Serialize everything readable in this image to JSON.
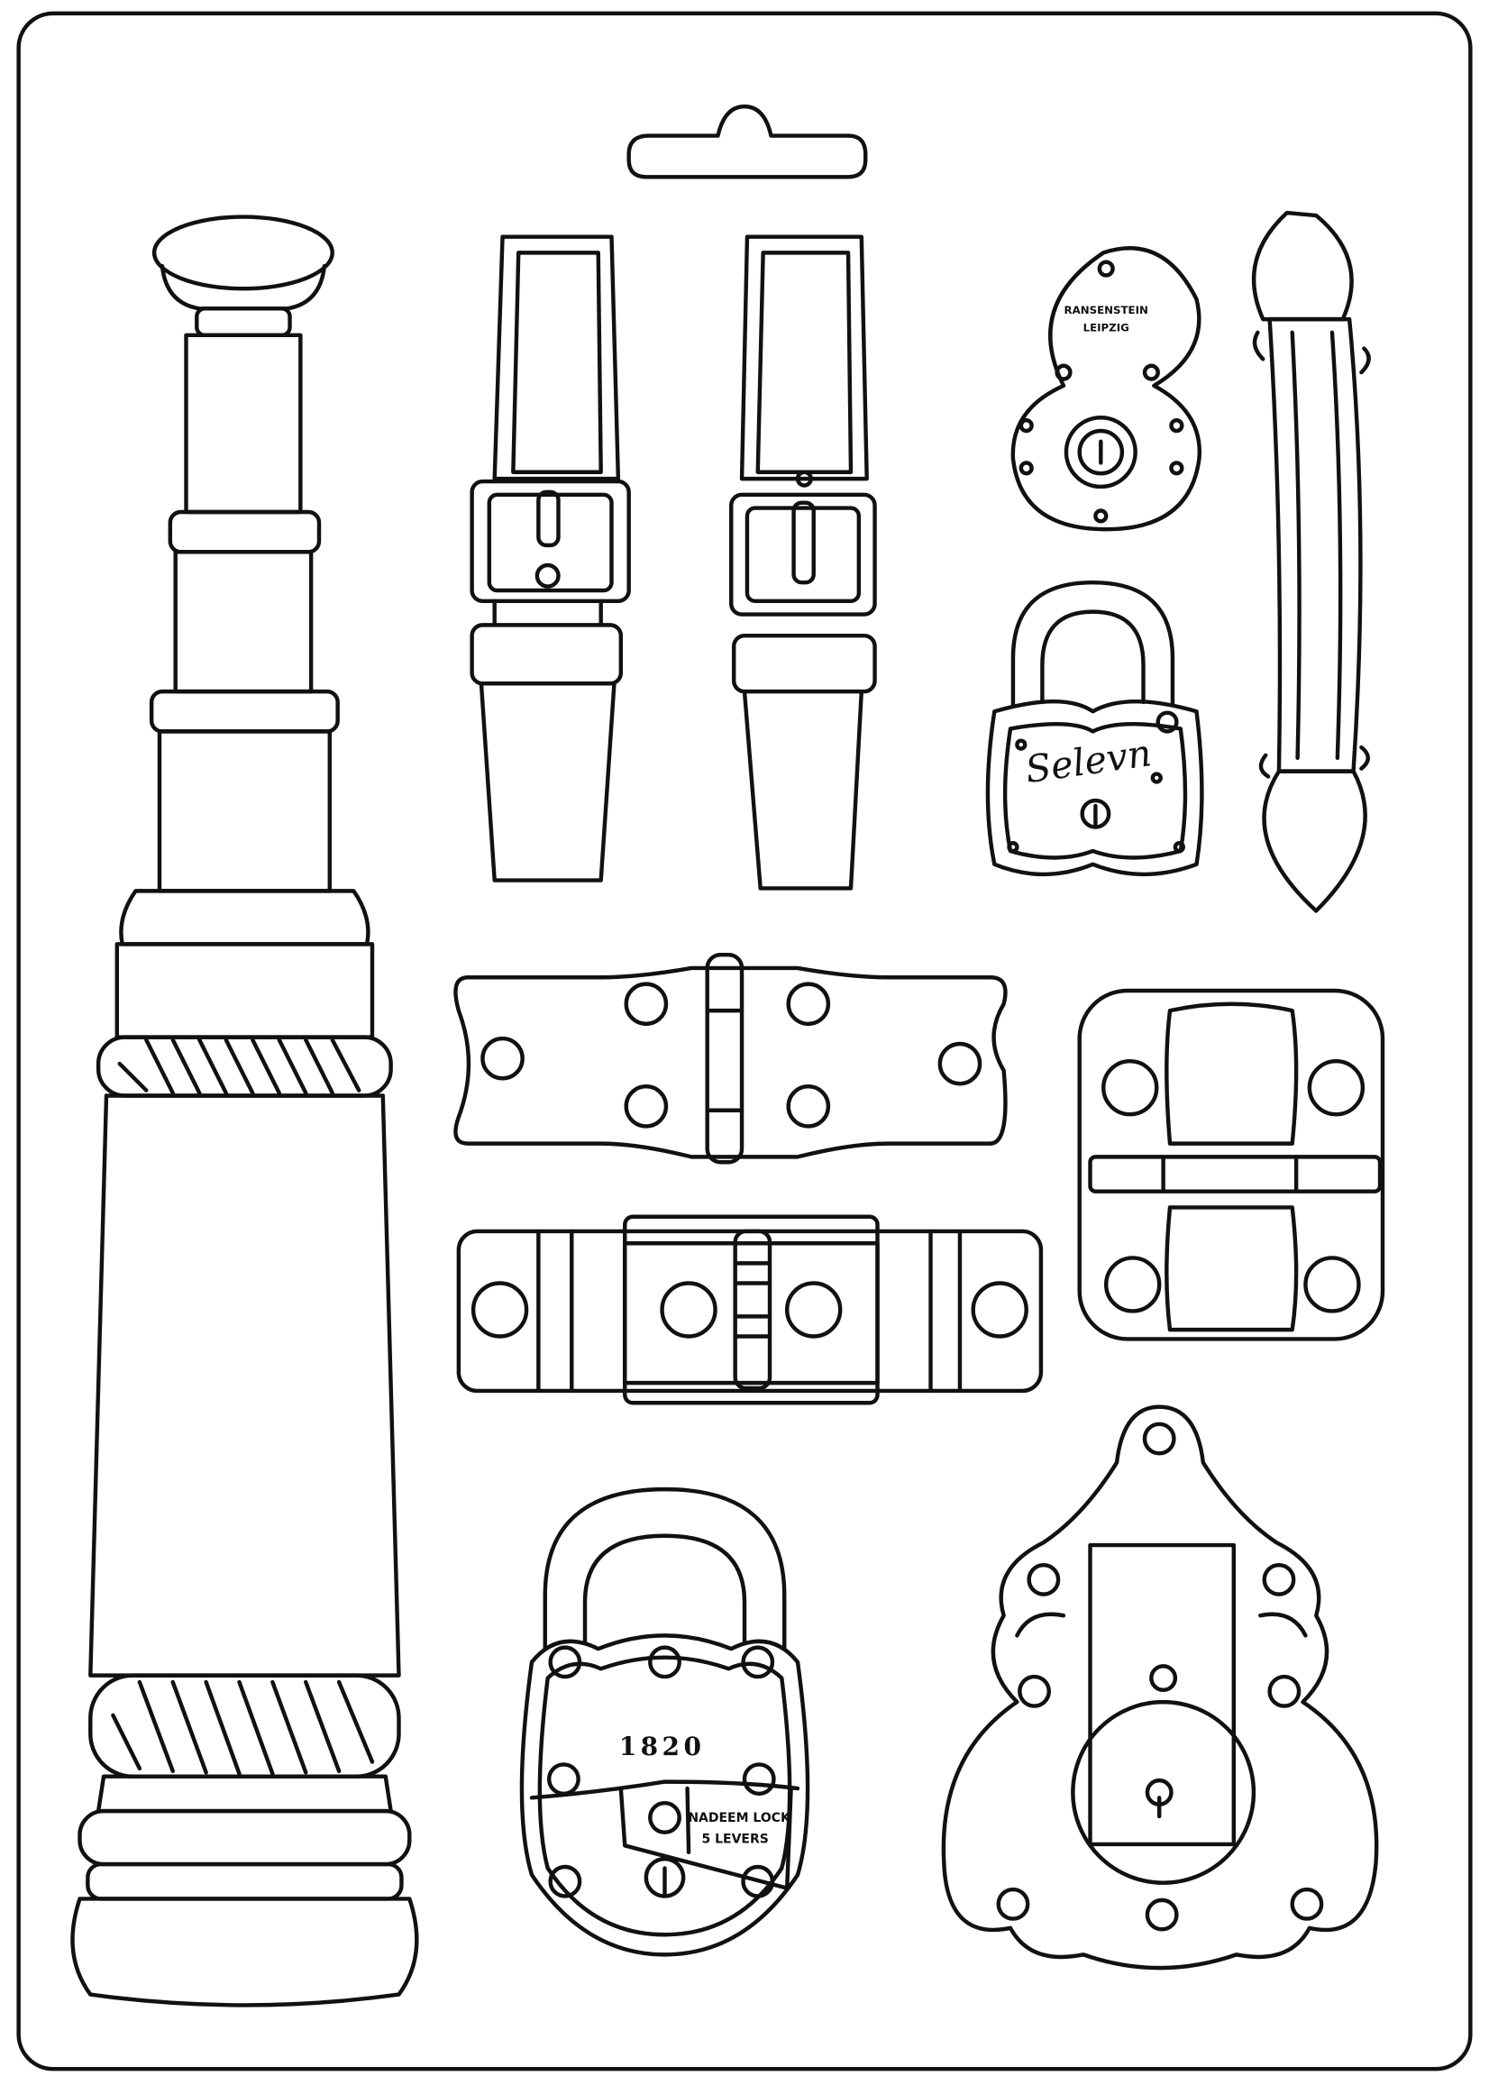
{
  "colors": {
    "background": "#ffffff",
    "line": "#111111"
  },
  "items": {
    "top_lock": {
      "line1": "RANSENSTEIN",
      "line2": "LEIPZIG"
    },
    "brand_padlock": {
      "label": "Selevn"
    },
    "old_padlock": {
      "year": "1820",
      "plate_line1": "NADEEM LOCK",
      "plate_line2": "5 LEVERS"
    }
  }
}
